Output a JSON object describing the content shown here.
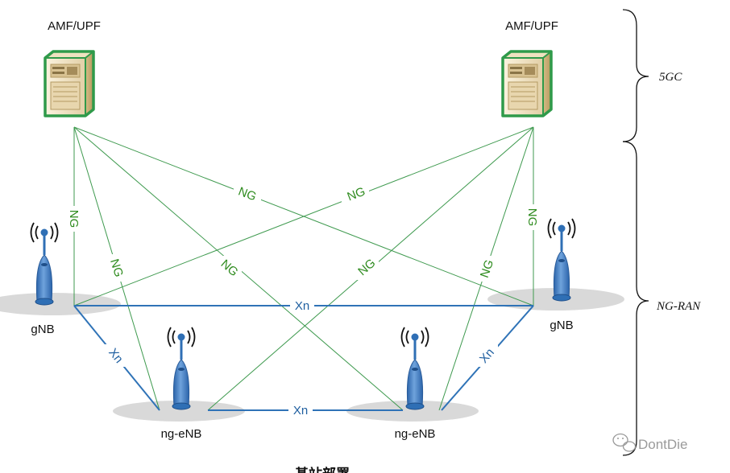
{
  "colors": {
    "ng_link": "#3f9a4f",
    "ng_text": "#2e8b1e",
    "xn_link": "#2f73b7",
    "xn_text": "#1f5fa0",
    "server_frame": "#2f9a4a",
    "antenna": "#2f6fb5",
    "shadow": "#d9d9d9"
  },
  "servers": [
    {
      "id": "amf-left",
      "label": "AMF/UPF",
      "icon": "server-icon"
    },
    {
      "id": "amf-right",
      "label": "AMF/UPF",
      "icon": "server-icon"
    }
  ],
  "stations": [
    {
      "id": "gnb-left",
      "label": "gNB",
      "icon": "antenna-icon"
    },
    {
      "id": "gnb-right",
      "label": "gNB",
      "icon": "antenna-icon"
    },
    {
      "id": "ngenb-left",
      "label": "ng-eNB",
      "icon": "antenna-icon"
    },
    {
      "id": "ngenb-right",
      "label": "ng-eNB",
      "icon": "antenna-icon"
    }
  ],
  "ng_links": [
    {
      "id": "ng-1",
      "from": "amf-left",
      "to": "gnb-left",
      "label": "NG"
    },
    {
      "id": "ng-2",
      "from": "amf-left",
      "to": "ngenb-left",
      "label": "NG"
    },
    {
      "id": "ng-3",
      "from": "amf-left",
      "to": "ngenb-right",
      "label": "NG"
    },
    {
      "id": "ng-4",
      "from": "amf-left",
      "to": "gnb-right",
      "label": "NG"
    },
    {
      "id": "ng-5",
      "from": "amf-right",
      "to": "gnb-left",
      "label": "NG"
    },
    {
      "id": "ng-6",
      "from": "amf-right",
      "to": "ngenb-left",
      "label": "NG"
    },
    {
      "id": "ng-7",
      "from": "amf-right",
      "to": "ngenb-right",
      "label": "NG"
    },
    {
      "id": "ng-8",
      "from": "amf-right",
      "to": "gnb-right",
      "label": "NG"
    }
  ],
  "xn_links": [
    {
      "id": "xn-top",
      "from": "gnb-left",
      "to": "gnb-right",
      "label": "Xn"
    },
    {
      "id": "xn-left",
      "from": "gnb-left",
      "to": "ngenb-left",
      "label": "Xn"
    },
    {
      "id": "xn-bottom",
      "from": "ngenb-left",
      "to": "ngenb-right",
      "label": "Xn"
    },
    {
      "id": "xn-right",
      "from": "gnb-right",
      "to": "ngenb-right",
      "label": "Xn"
    }
  ],
  "braces": [
    {
      "id": "brace-5gc",
      "label": "5GC"
    },
    {
      "id": "brace-ngran",
      "label": "NG-RAN"
    }
  ],
  "caption": "基站部署",
  "watermark": "DontDie"
}
